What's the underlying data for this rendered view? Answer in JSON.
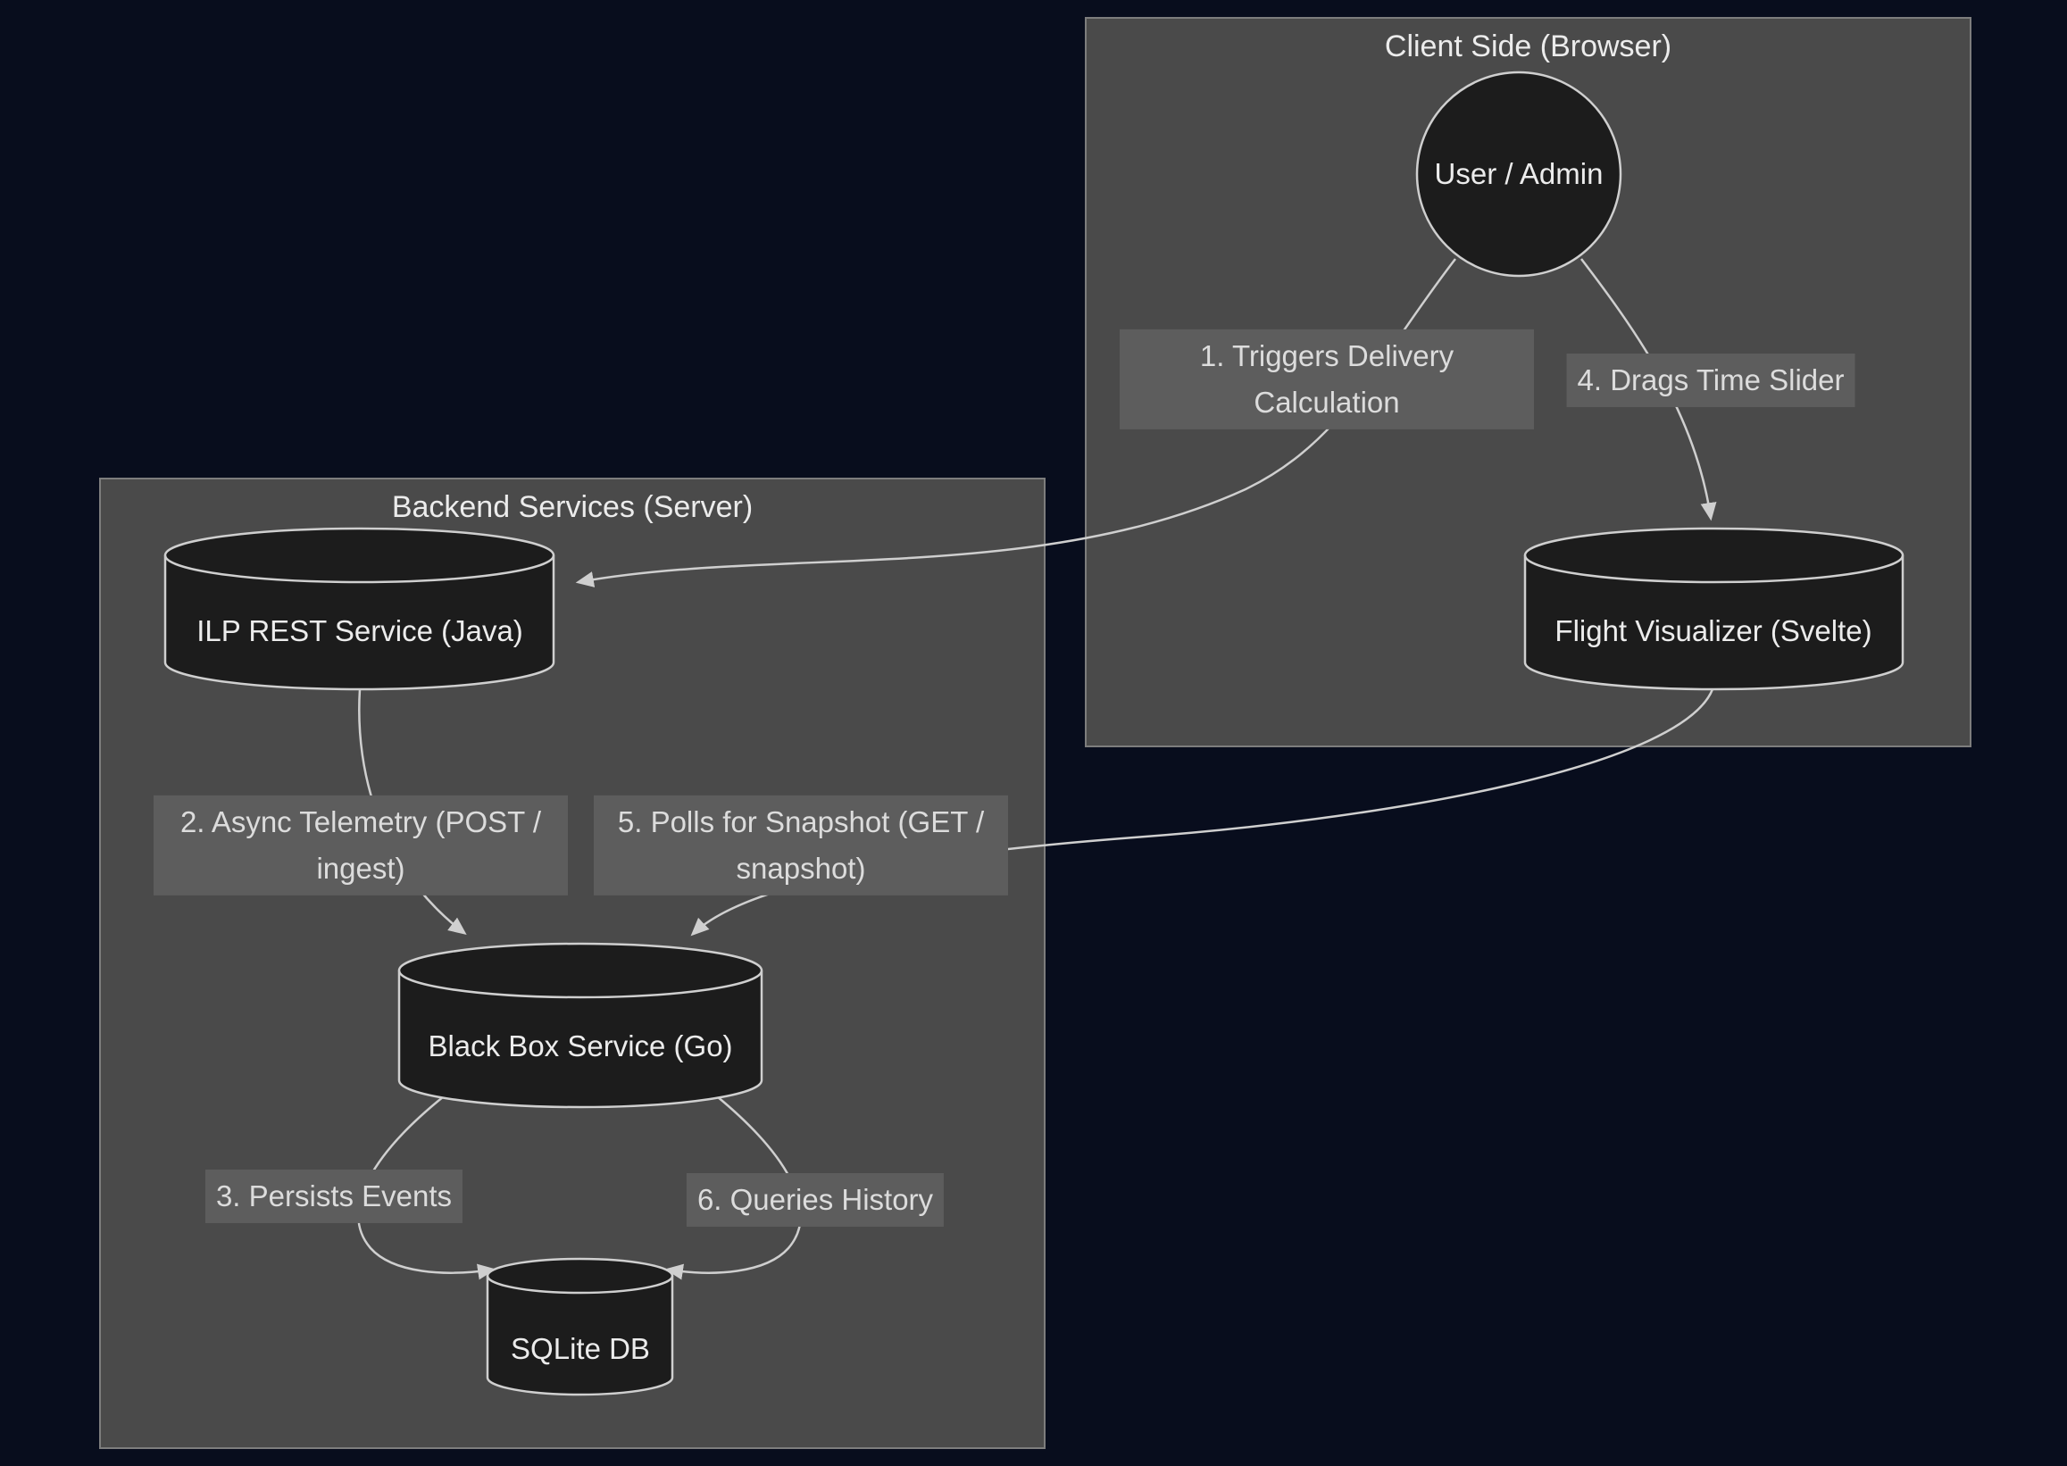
{
  "diagram": {
    "groups": {
      "client": {
        "title": "Client Side (Browser)"
      },
      "backend": {
        "title": "Backend Services (Server)"
      }
    },
    "nodes": {
      "user_admin": {
        "label": "User / Admin",
        "shape": "circle"
      },
      "flight_visualizer": {
        "label": "Flight Visualizer (Svelte)",
        "shape": "cylinder"
      },
      "ilp_rest_service": {
        "label": "ILP REST Service (Java)",
        "shape": "cylinder"
      },
      "black_box_service": {
        "label": "Black Box Service (Go)",
        "shape": "cylinder"
      },
      "sqlite_db": {
        "label": "SQLite DB",
        "shape": "cylinder"
      }
    },
    "edges": {
      "triggers_delivery": {
        "label": "1. Triggers Delivery Calculation",
        "from": "user_admin",
        "to": "ilp_rest_service"
      },
      "drags_time_slider": {
        "label": "4. Drags Time Slider",
        "from": "user_admin",
        "to": "flight_visualizer"
      },
      "async_telemetry": {
        "label": "2. Async Telemetry (POST / ingest)",
        "from": "ilp_rest_service",
        "to": "black_box_service"
      },
      "polls_snapshot": {
        "label": "5. Polls for Snapshot (GET / snapshot)",
        "from": "flight_visualizer",
        "to": "black_box_service"
      },
      "persists_events": {
        "label": "3. Persists Events",
        "from": "black_box_service",
        "to": "sqlite_db"
      },
      "queries_history": {
        "label": "6. Queries History",
        "from": "black_box_service",
        "to": "sqlite_db"
      }
    },
    "colors": {
      "background": "#080d1d",
      "group_fill": "#4a4a4a",
      "group_border": "#7d7d7d",
      "node_fill": "#1c1c1c",
      "node_stroke": "#cfcfcf",
      "edge_stroke": "#cfcfcf",
      "edge_label_bg": "#5d5d5d",
      "text": "#ececec"
    }
  }
}
